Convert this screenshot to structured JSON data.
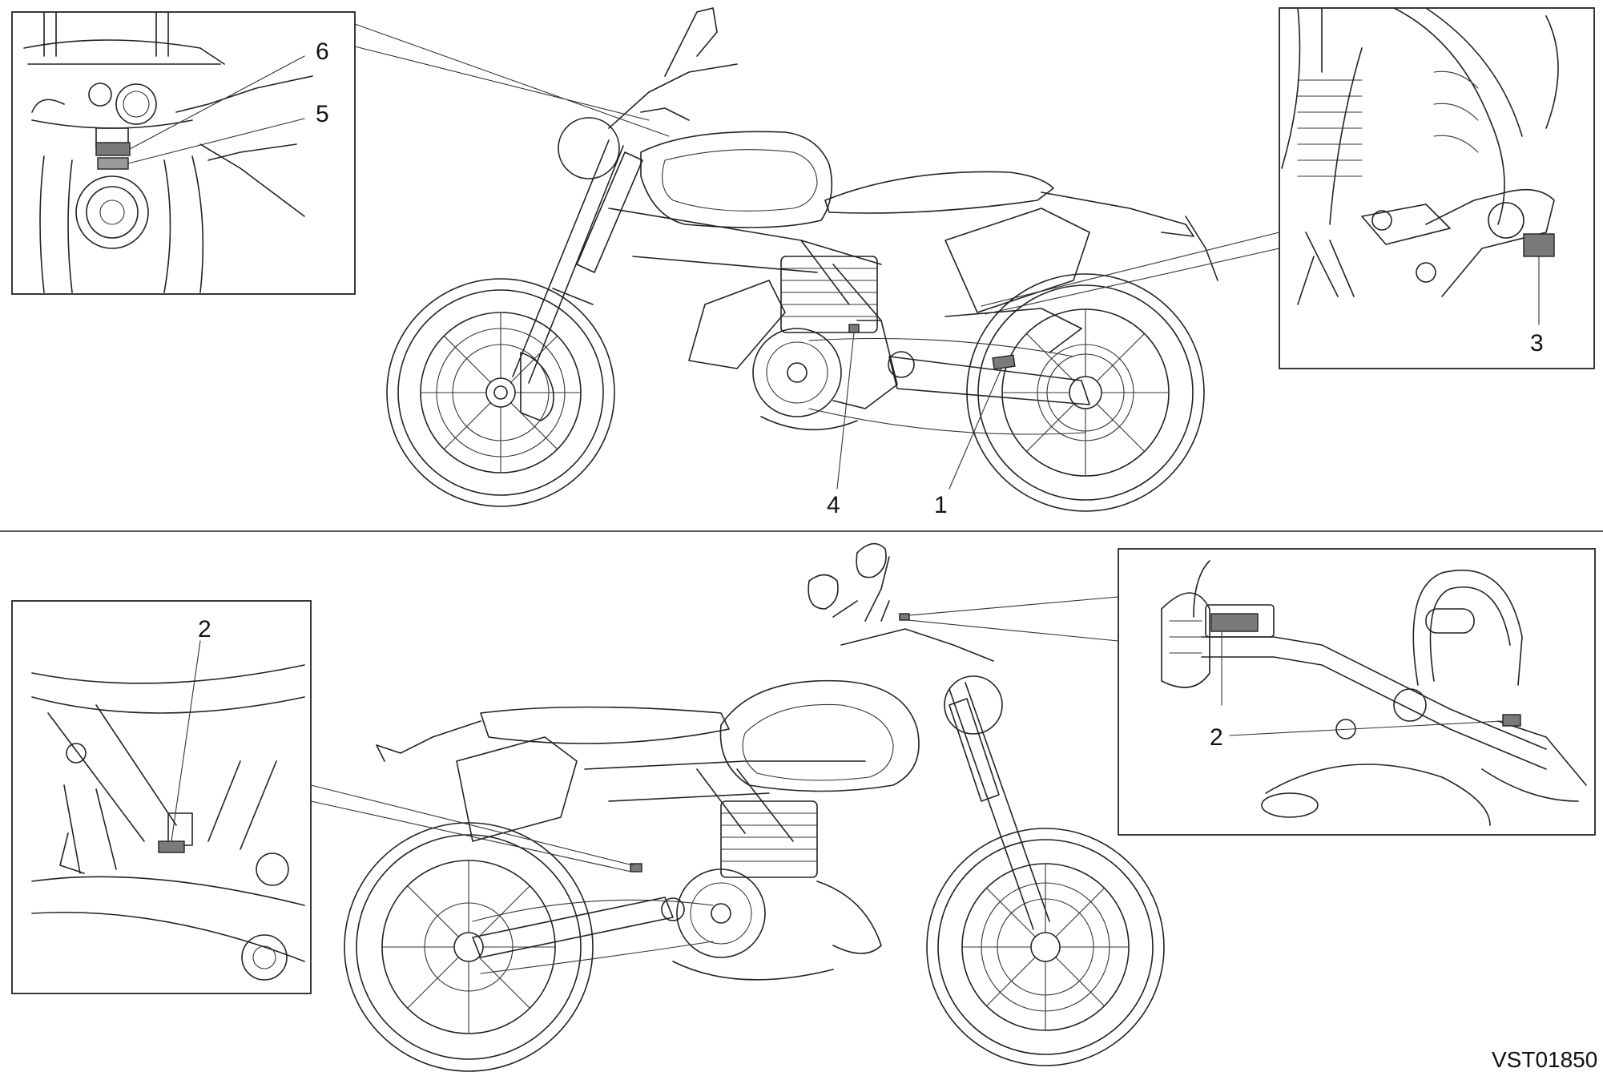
{
  "callouts": {
    "top_tank_box": {
      "label_6": "6",
      "label_5": "5"
    },
    "top_main": {
      "label_4": "4",
      "label_1": "1"
    },
    "top_swingarm_box": {
      "label_3": "3"
    },
    "bottom_frame_box": {
      "label_2": "2"
    },
    "bottom_handlebar_box": {
      "label_2": "2"
    }
  },
  "figure_code": "VST01850",
  "colors": {
    "line": "#222222",
    "label_fill": "#7a7a7a",
    "background": "#ffffff"
  }
}
